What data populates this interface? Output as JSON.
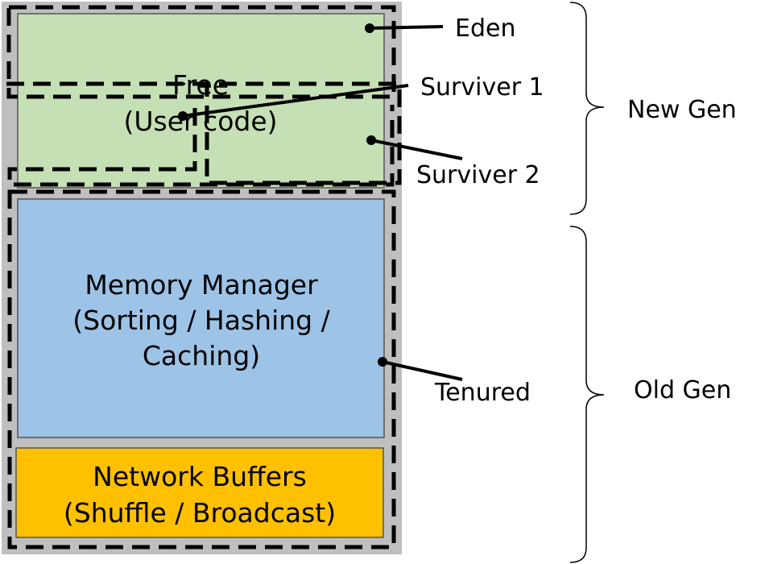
{
  "heap": {
    "free_block": {
      "line1": "Free",
      "line2": "(User code)",
      "color": "#c5e0b4"
    },
    "memory_manager_block": {
      "line1": "Memory Manager",
      "line2": "(Sorting / Hashing /",
      "line3": "Caching)",
      "color": "#9dc3e6"
    },
    "network_buffers_block": {
      "line1": "Network Buffers",
      "line2": "(Shuffle / Broadcast)",
      "color": "#ffc000"
    },
    "frame_color": "#bfbfbf"
  },
  "regions": {
    "eden": "Eden",
    "survivor1": "Surviver 1",
    "survivor2": "Surviver 2",
    "tenured": "Tenured"
  },
  "generations": {
    "new_gen": "New Gen",
    "old_gen": "Old Gen"
  }
}
